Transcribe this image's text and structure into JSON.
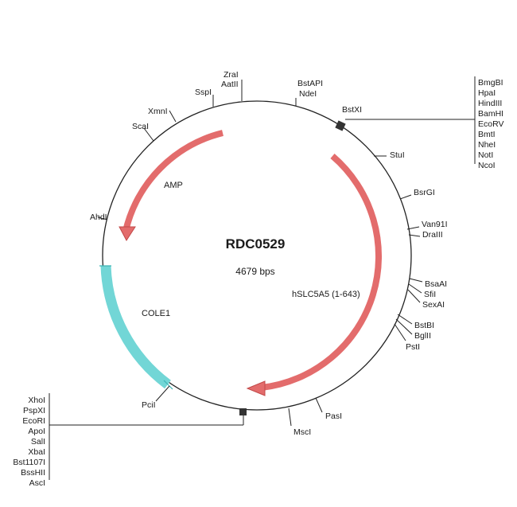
{
  "plasmid": {
    "name": "RDC0529",
    "size_label": "4679 bps"
  },
  "features": [
    {
      "id": "amp",
      "label": "AMP",
      "color": "#e36c6c",
      "stroke": "#c24848",
      "type": "arrow"
    },
    {
      "id": "hslc5a5",
      "label": "hSLC5A5 (1-643)",
      "color": "#e36c6c",
      "stroke": "#c24848",
      "type": "arrow"
    },
    {
      "id": "cole1",
      "label": "COLE1",
      "color": "#72d6d6",
      "stroke": "#3cb4b4",
      "type": "bar"
    }
  ],
  "sites": {
    "left": [
      "AhdI",
      "ScaI",
      "XmnI",
      "SspI",
      "ZraI",
      "AatII"
    ],
    "right": [
      "BstAPI",
      "NdeI",
      "BstXI",
      "StuI",
      "BsrGI",
      "Van91I",
      "DraIII",
      "BsaAI",
      "SfiI",
      "SexAI",
      "BstBI",
      "BglII",
      "PstI",
      "PasI",
      "MscI",
      "PciI"
    ],
    "top_right_cluster": [
      "BmgBI",
      "HpaI",
      "HindIII",
      "BamHI",
      "EcoRV",
      "BmtI",
      "NheI",
      "NotI",
      "NcoI"
    ],
    "bottom_left_cluster": [
      "XhoI",
      "PspXI",
      "EcoRI",
      "ApoI",
      "SalI",
      "XbaI",
      "Bst1107I",
      "BssHII",
      "AscI"
    ]
  }
}
